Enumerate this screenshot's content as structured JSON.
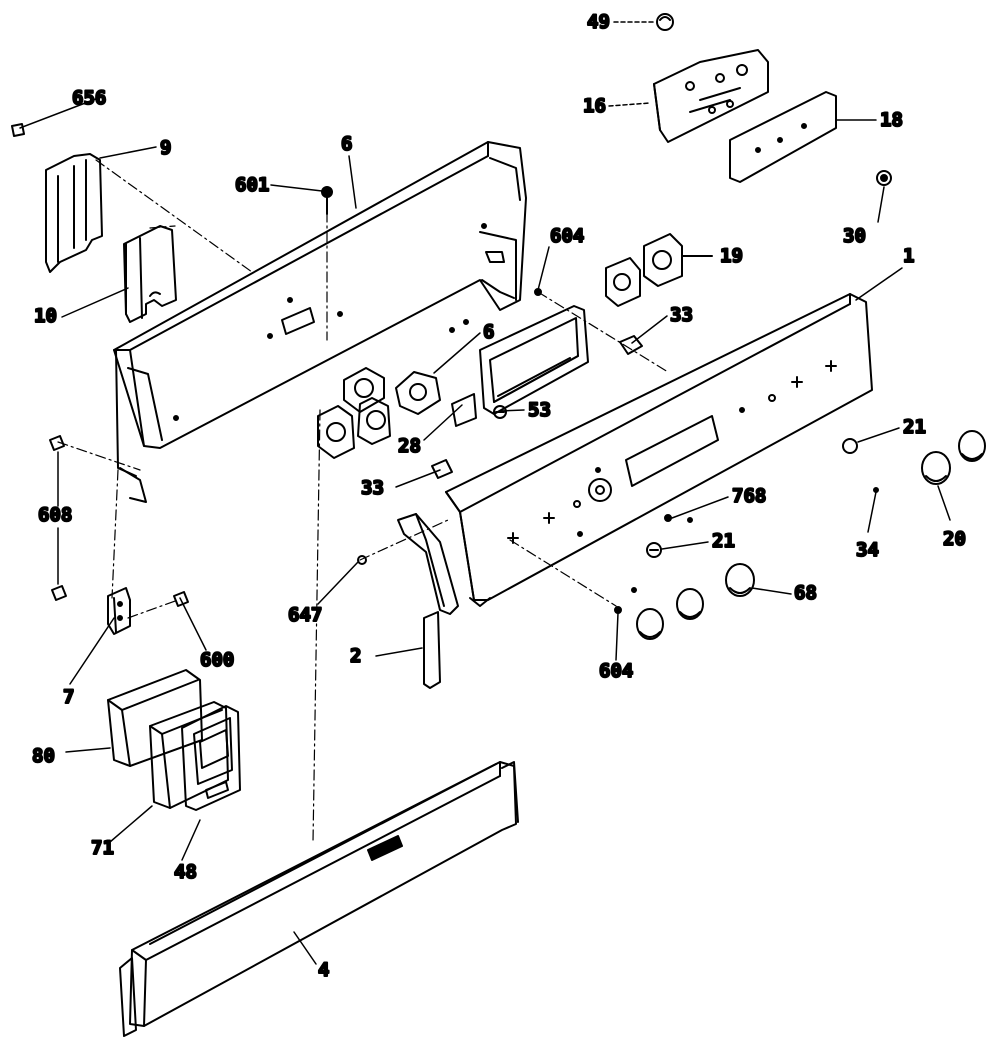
{
  "diagram": {
    "callouts": [
      {
        "id": "c49",
        "text": "49"
      },
      {
        "id": "c16",
        "text": "16"
      },
      {
        "id": "c18",
        "text": "18"
      },
      {
        "id": "c30",
        "text": "30"
      },
      {
        "id": "c19",
        "text": "19"
      },
      {
        "id": "c1",
        "text": "1"
      },
      {
        "id": "c656",
        "text": "656"
      },
      {
        "id": "c9",
        "text": "9"
      },
      {
        "id": "c601",
        "text": "601"
      },
      {
        "id": "c6a",
        "text": "6"
      },
      {
        "id": "c604a",
        "text": "604"
      },
      {
        "id": "c33a",
        "text": "33"
      },
      {
        "id": "c10",
        "text": "10"
      },
      {
        "id": "c6b",
        "text": "6"
      },
      {
        "id": "c28",
        "text": "28"
      },
      {
        "id": "c53",
        "text": "53"
      },
      {
        "id": "c21a",
        "text": "21"
      },
      {
        "id": "c608",
        "text": "608"
      },
      {
        "id": "c33b",
        "text": "33"
      },
      {
        "id": "c768",
        "text": "768"
      },
      {
        "id": "c21b",
        "text": "21"
      },
      {
        "id": "c34",
        "text": "34"
      },
      {
        "id": "c20",
        "text": "20"
      },
      {
        "id": "c647",
        "text": "647"
      },
      {
        "id": "c68",
        "text": "68"
      },
      {
        "id": "c2",
        "text": "2"
      },
      {
        "id": "c604b",
        "text": "604"
      },
      {
        "id": "c7",
        "text": "7"
      },
      {
        "id": "c600",
        "text": "600"
      },
      {
        "id": "c80",
        "text": "80"
      },
      {
        "id": "c71",
        "text": "71"
      },
      {
        "id": "c48",
        "text": "48"
      },
      {
        "id": "c4",
        "text": "4"
      }
    ]
  }
}
